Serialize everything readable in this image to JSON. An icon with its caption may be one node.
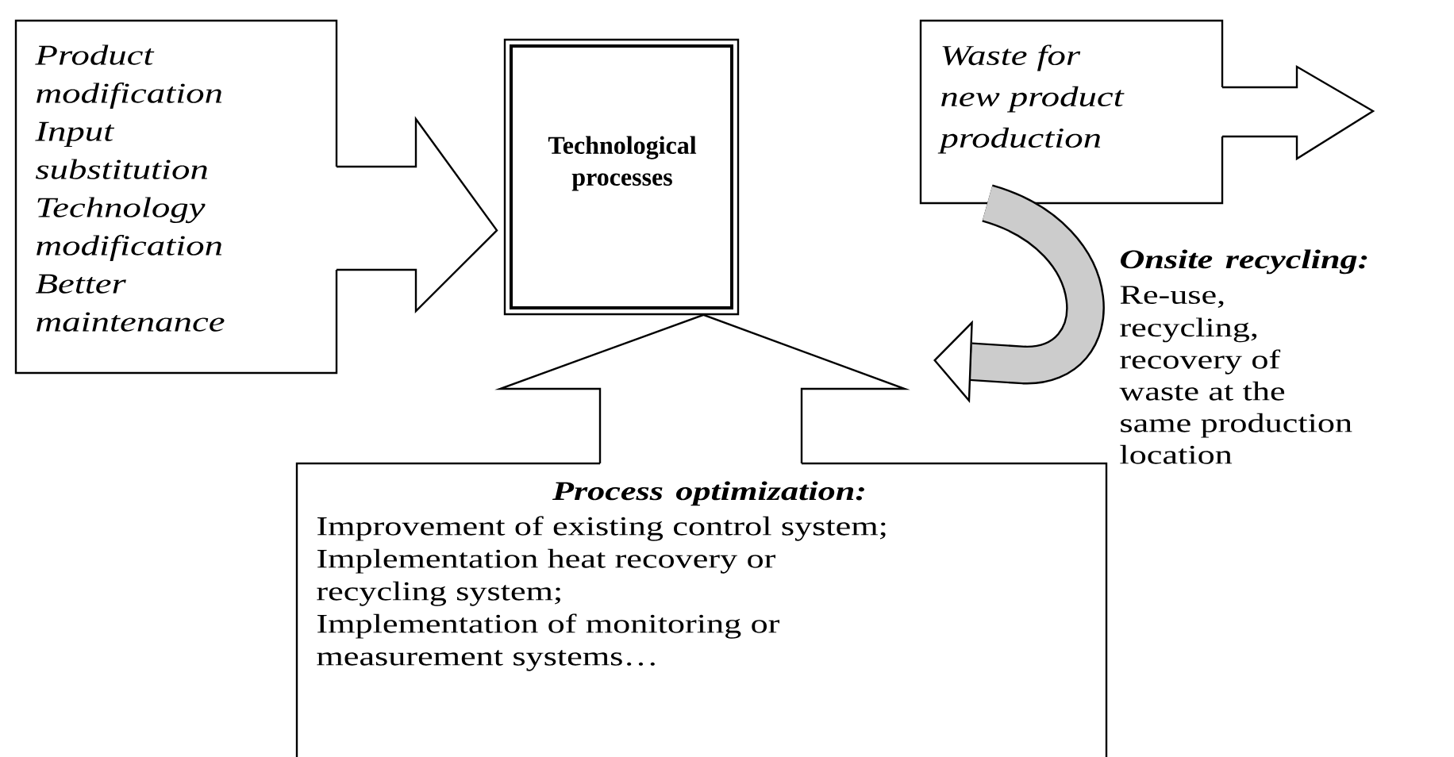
{
  "diagram": {
    "nodes": [
      {
        "text": [
          "Product modification",
          "Input substitution",
          "Technology modification",
          "Better maintenance"
        ]
      },
      {
        "text": [
          "Technological processes"
        ]
      },
      {
        "text": [
          "Waste for new product production"
        ]
      },
      {
        "text": [
          "Process optimization:",
          "Improvement of existing control system;",
          "Implementation heat recovery or recycling system;",
          "Implementation of monitoring or measurement systems…"
        ]
      }
    ],
    "edges": [
      {
        "from": 0,
        "to": 1,
        "arrow": "to"
      },
      {
        "from": 3,
        "to": 1,
        "arrow": "to"
      },
      {
        "from": 2,
        "to": null,
        "arrow": "to"
      },
      {
        "from": 2,
        "to": null,
        "arrow": "to"
      }
    ],
    "labels": [
      "Onsite recycling:",
      "Re-use,",
      "recycling,",
      "recovery of waste at the same production location"
    ]
  }
}
